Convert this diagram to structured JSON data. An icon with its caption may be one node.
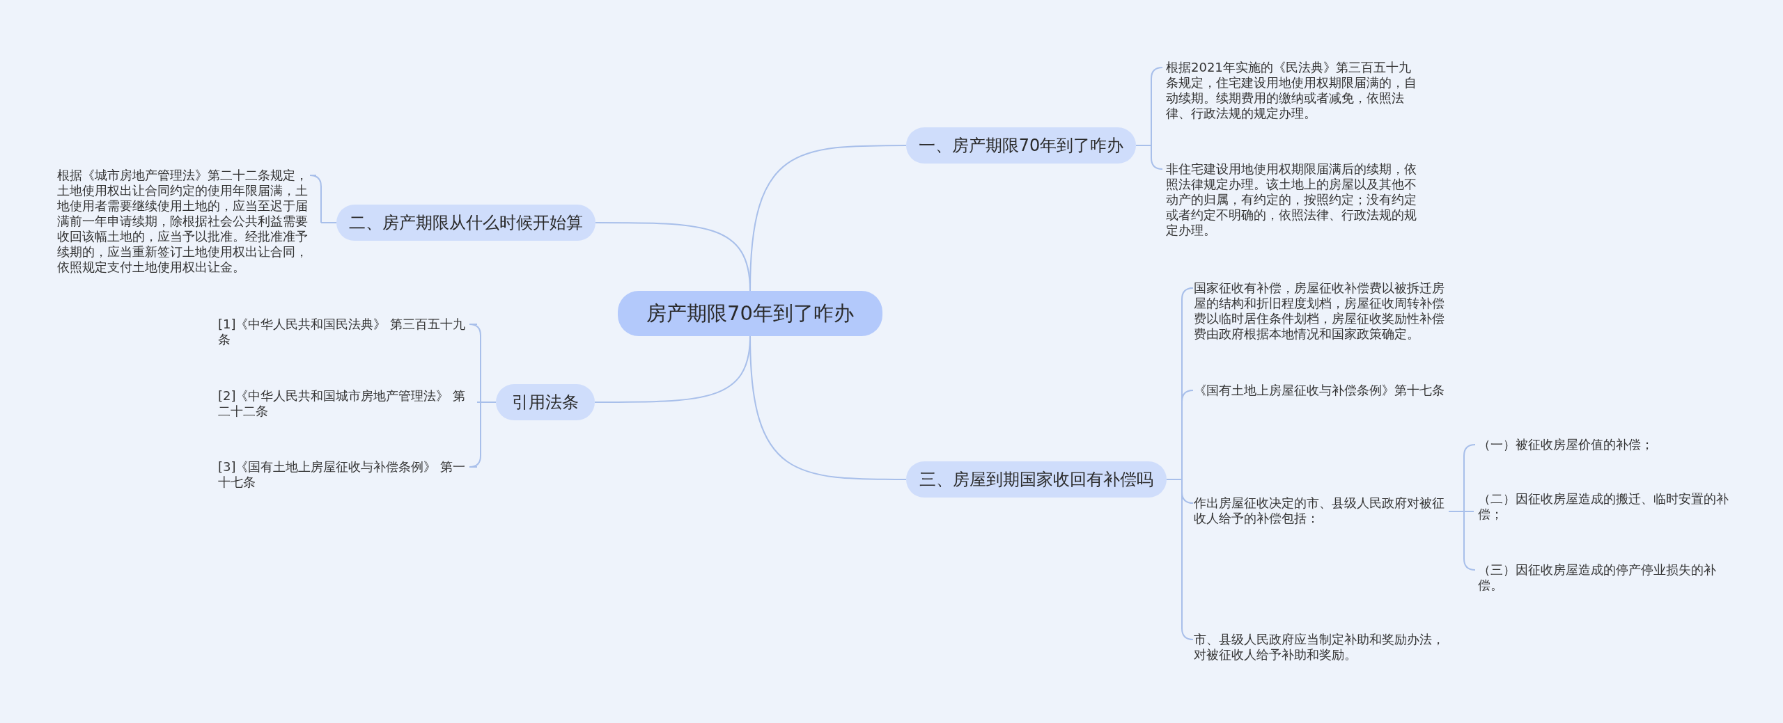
{
  "diagram": {
    "nodes": [
      {
        "text": [
          "房产期限70年到了咋办"
        ]
      },
      {
        "text": [
          "一、房产期限70年到了咋办"
        ]
      },
      {
        "text": [
          "根据2021年实施的《民法典》第三百五十九条规定，住宅建设用地使用权期限届满的，自动续期。续期费用的缴纳或者减免，依照法律、行政法规的规定办理。"
        ]
      },
      {
        "text": [
          "非住宅建设用地使用权期限届满后的续期，依照法律规定办理。该土地上的房屋以及其他不动产的归属，有约定的，按照约定；没有约定或者约定不明确的，依照法律、行政法规的规定办理。"
        ]
      },
      {
        "text": [
          "二、房产期限从什么时候开始算"
        ]
      },
      {
        "text": [
          "根据《城市房地产管理法》第二十二条规定，土地使用权出让合同约定的使用年限届满，土地使用者需要继续使用土地的，应当至迟于届满前一年申请续期，除根据社会公共利益需要收回该幅土地的，应当予以批准。经批准准予续期的，应当重新签订土地使用权出让合同，依照规定支付土地使用权出让金。"
        ]
      },
      {
        "text": [
          "引用法条"
        ]
      },
      {
        "text": [
          "[1]《中华人民共和国民法典》 第三百五十九条"
        ]
      },
      {
        "text": [
          "[2]《中华人民共和国城市房地产管理法》 第二十二条"
        ]
      },
      {
        "text": [
          "[3]《国有土地上房屋征收与补偿条例》 第一十七条"
        ]
      },
      {
        "text": [
          "三、房屋到期国家收回有补偿吗"
        ]
      },
      {
        "text": [
          "国家征收有补偿，房屋征收补偿费以被拆迁房屋的结构和折旧程度划档，房屋征收周转补偿费以临时居住条件划档，房屋征收奖励性补偿费由政府根据本地情况和国家政策确定。"
        ]
      },
      {
        "text": [
          "《国有土地上房屋征收与补偿条例》第十七条"
        ]
      },
      {
        "text": [
          "作出房屋征收决定的市、县级人民政府对被征收人给予的补偿包括："
        ]
      },
      {
        "text": [
          "（一）被征收房屋价值的补偿；"
        ]
      },
      {
        "text": [
          "（二）因征收房屋造成的搬迁、临时安置的补偿；"
        ]
      },
      {
        "text": [
          "（三）因征收房屋造成的停产停业损失的补偿。"
        ]
      },
      {
        "text": [
          "市、县级人民政府应当制定补助和奖励办法，对被征收人给予补助和奖励。"
        ]
      }
    ],
    "edges": [
      {
        "from": 0,
        "to": 1,
        "arrow": "none"
      },
      {
        "from": 1,
        "to": 2,
        "arrow": "none"
      },
      {
        "from": 1,
        "to": 3,
        "arrow": "none"
      },
      {
        "from": 0,
        "to": 4,
        "arrow": "none"
      },
      {
        "from": 4,
        "to": 5,
        "arrow": "none"
      },
      {
        "from": 0,
        "to": 6,
        "arrow": "none"
      },
      {
        "from": 6,
        "to": 7,
        "arrow": "none"
      },
      {
        "from": 6,
        "to": 8,
        "arrow": "none"
      },
      {
        "from": 6,
        "to": 9,
        "arrow": "none"
      },
      {
        "from": 0,
        "to": 10,
        "arrow": "none"
      },
      {
        "from": 10,
        "to": 11,
        "arrow": "none"
      },
      {
        "from": 10,
        "to": 12,
        "arrow": "none"
      },
      {
        "from": 10,
        "to": 13,
        "arrow": "none"
      },
      {
        "from": 13,
        "to": 14,
        "arrow": "none"
      },
      {
        "from": 13,
        "to": 15,
        "arrow": "none"
      },
      {
        "from": 13,
        "to": 16,
        "arrow": "none"
      },
      {
        "from": 10,
        "to": 17,
        "arrow": "none"
      }
    ]
  }
}
